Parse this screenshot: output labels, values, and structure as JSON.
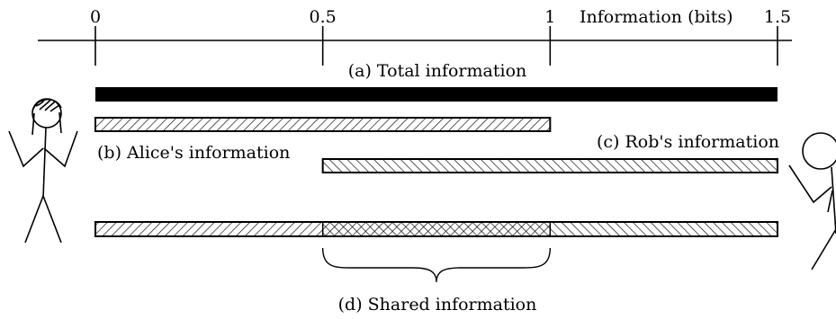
{
  "axis": {
    "title": "Information (bits)",
    "ticks": [
      {
        "value": 0,
        "label": "0"
      },
      {
        "value": 0.5,
        "label": "0.5"
      },
      {
        "value": 1,
        "label": "1"
      },
      {
        "value": 1.5,
        "label": "1.5"
      }
    ],
    "range": [
      0,
      1.5
    ]
  },
  "labels": {
    "total": "(a) Total information",
    "alice": "(b) Alice's information",
    "rob": "(c) Rob's information",
    "shared": "(d) Shared information"
  },
  "bars": {
    "total": {
      "start": 0,
      "end": 1.5
    },
    "alice": {
      "start": 0,
      "end": 1
    },
    "rob": {
      "start": 0.5,
      "end": 1.5
    },
    "shared": {
      "start": 0.5,
      "end": 1
    }
  },
  "colors": {
    "ink": "#000000",
    "background": "#ffffff"
  }
}
